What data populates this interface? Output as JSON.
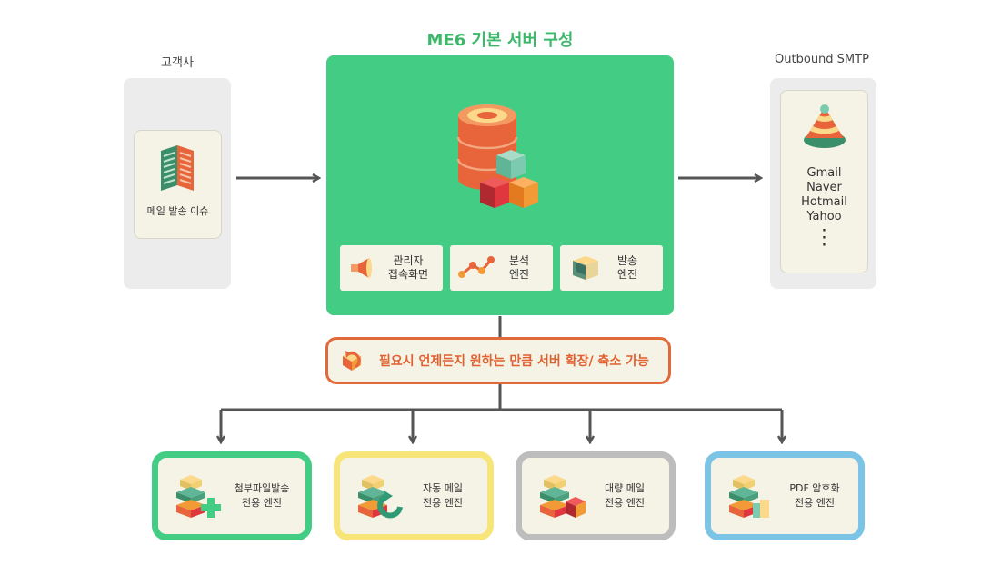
{
  "title": "ME6 기본 서버 구성",
  "client": {
    "label": "고객사",
    "card_text": "메일 발송 이슈"
  },
  "outbound": {
    "label": "Outbound SMTP",
    "providers": [
      "Gmail",
      "Naver",
      "Hotmail",
      "Yahoo"
    ],
    "ellipsis": "·\n·\n·"
  },
  "modules": [
    {
      "line1": "관리자",
      "line2": "접속화면"
    },
    {
      "line1": "분석",
      "line2": "엔진"
    },
    {
      "line1": "발송",
      "line2": "엔진"
    }
  ],
  "banner": "필요시 언제든지 원하는 만큼 서버 확장/ 축소 가능",
  "engines": [
    {
      "line1": "첨부파일발송",
      "line2": "전용 엔진",
      "color": "#43cc83"
    },
    {
      "line1": "자동 메일",
      "line2": "전용 엔진",
      "color": "#f8e57a"
    },
    {
      "line1": "대량 메일",
      "line2": "전용 엔진",
      "color": "#bdbdbd"
    },
    {
      "line1": "PDF 암호화",
      "line2": "전용 엔진",
      "color": "#7cc4e6"
    }
  ],
  "colors": {
    "green": "#43cc83",
    "orange": "#e06a3a",
    "arrow": "#555555"
  }
}
